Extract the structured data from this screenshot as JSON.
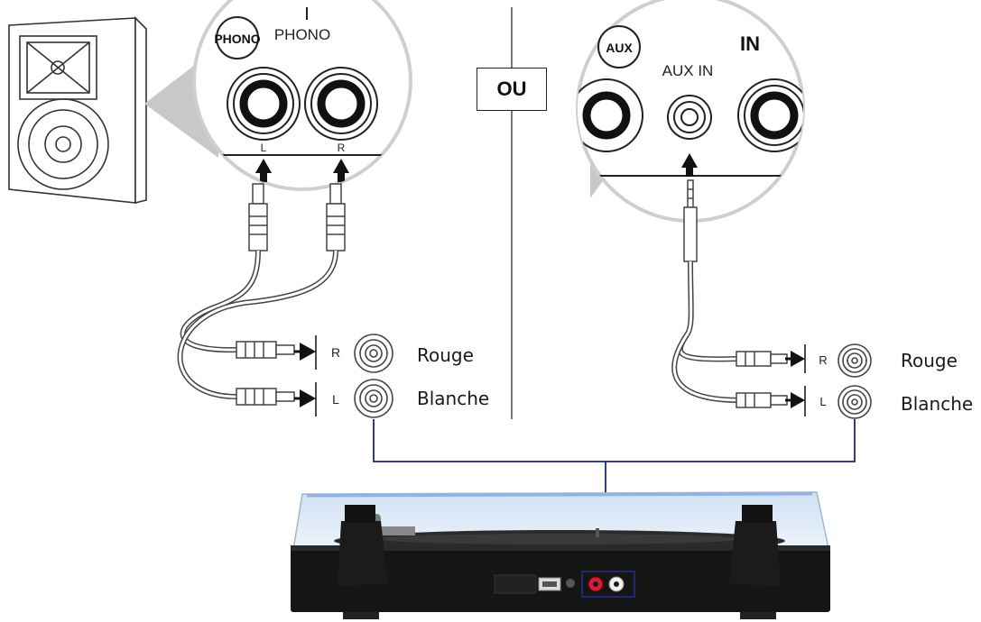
{
  "separator_label": "OU",
  "left": {
    "badge": "PHONO",
    "header": "PHONO",
    "jack_left": "L",
    "jack_right": "R",
    "channel_r": "R",
    "channel_l": "L",
    "label_red": "Rouge",
    "label_white": "Blanche"
  },
  "right": {
    "badge": "AUX",
    "header": "AUX IN",
    "partial_text": "IN",
    "channel_r": "R",
    "channel_l": "L",
    "label_red": "Rouge",
    "label_white": "Blanche"
  },
  "colors": {
    "connector_line": "#1f2a6b",
    "highlight_box": "#1f2a6b",
    "red_jack": "#d0203a",
    "turntable_body": "#151515"
  }
}
